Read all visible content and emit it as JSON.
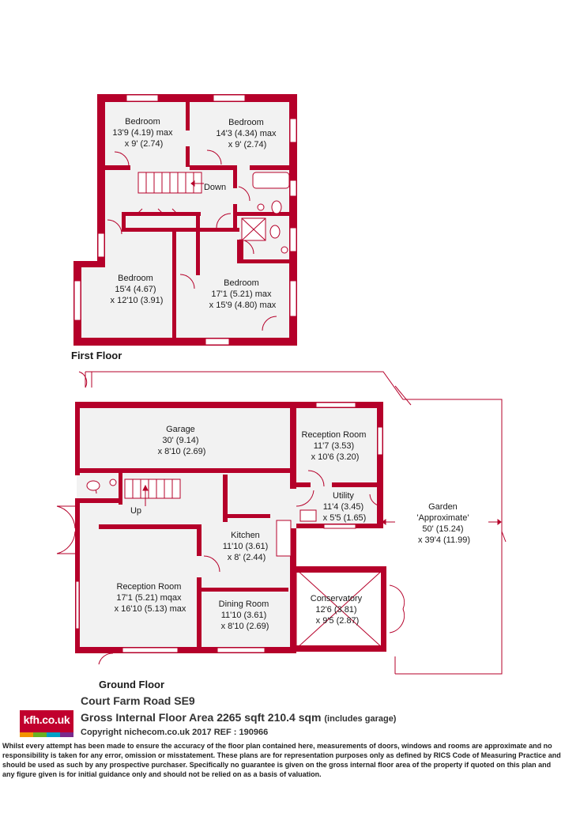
{
  "floors": {
    "first_label": "First Floor",
    "ground_label": "Ground Floor"
  },
  "rooms": {
    "bed1": [
      "Bedroom",
      "13'9 (4.19) max",
      "x 9' (2.74)"
    ],
    "bed2": [
      "Bedroom",
      "14'3 (4.34) max",
      "x 9' (2.74)"
    ],
    "bed3": [
      "Bedroom",
      "15'4 (4.67)",
      "x 12'10 (3.91)"
    ],
    "bed4": [
      "Bedroom",
      "17'1 (5.21) max",
      "x 15'9 (4.80) max"
    ],
    "down": "Down",
    "garage": [
      "Garage",
      "30' (9.14)",
      "x 8'10 (2.69)"
    ],
    "reception_small": [
      "Reception Room",
      "11'7 (3.53)",
      "x 10'6 (3.20)"
    ],
    "utility": [
      "Utility",
      "11'4 (3.45)",
      "x 5'5 (1.65)"
    ],
    "garden": [
      "Garden",
      "'Approximate'",
      "50' (15.24)",
      "x 39'4 (11.99)"
    ],
    "up": "Up",
    "kitchen": [
      "Kitchen",
      "11'10 (3.61)",
      "x 8' (2.44)"
    ],
    "reception_large": [
      "Reception Room",
      "17'1 (5.21) mqax",
      "x 16'10 (5.13) max"
    ],
    "dining": [
      "Dining Room",
      "11'10 (3.61)",
      "x 8'10 (2.69)"
    ],
    "conservatory": [
      "Conservatory",
      "12'6 (3.81)",
      "x 9'5 (2.87)"
    ]
  },
  "footer": {
    "logo": "kfh.co.uk",
    "address": "Court Farm Road  SE9",
    "gia": "Gross Internal Floor Area 2265 sqft 210.4 sqm",
    "gia_note": "(includes garage)",
    "copyright": "Copyright nichecom.co.uk 2017 REF : 190966",
    "disclaimer": "Whilst every attempt has been made to ensure the accuracy of the floor plan contained here, measurements of doors, windows and rooms are approximate and no responsibility is taken for any error, omission or misstatement.  These plans are for representation purposes only as defined by RICS Code of Measuring Practice and should be used as such by any prospective purchaser.  Specifically no guarantee is given on the gross internal floor area of the property if quoted on this plan and any figure given is for initial guidance only and should not be relied on as a basis of valuation."
  },
  "colors": {
    "wall": "#b5002a",
    "floor": "#f2f2f2",
    "logo_bg": "#c1002e",
    "stripes": [
      "#f29400",
      "#6ab023",
      "#00a0c6",
      "#7a2a8c"
    ]
  }
}
